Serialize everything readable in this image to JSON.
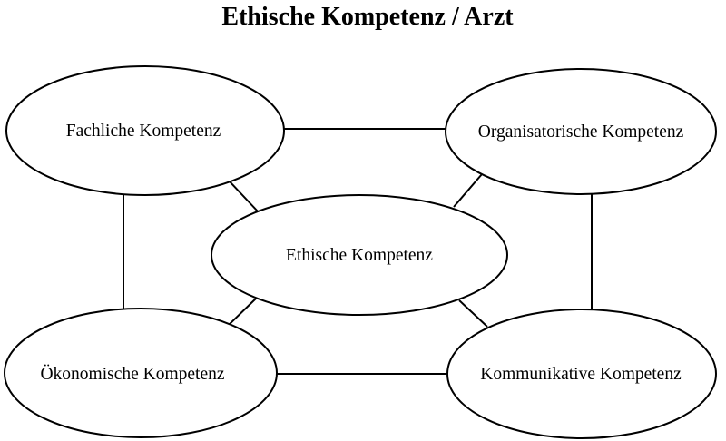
{
  "title": "Ethische Kompetenz / Arzt",
  "nodes": {
    "fachliche": "Fachliche Kompetenz",
    "organisatorische": "Organisatorische Kompetenz",
    "ethische": "Ethische Kompetenz",
    "oekonomische": "Ökonomische Kompetenz",
    "kommunikative": "Kommunikative Kompetenz"
  },
  "edges": [
    [
      "fachliche",
      "organisatorische"
    ],
    [
      "fachliche",
      "oekonomische"
    ],
    [
      "organisatorische",
      "kommunikative"
    ],
    [
      "oekonomische",
      "kommunikative"
    ],
    [
      "fachliche",
      "ethische"
    ],
    [
      "organisatorische",
      "ethische"
    ],
    [
      "oekonomische",
      "ethische"
    ],
    [
      "kommunikative",
      "ethische"
    ]
  ],
  "colors": {
    "stroke": "#000000",
    "fill": "#ffffff",
    "background": "#ffffff"
  }
}
